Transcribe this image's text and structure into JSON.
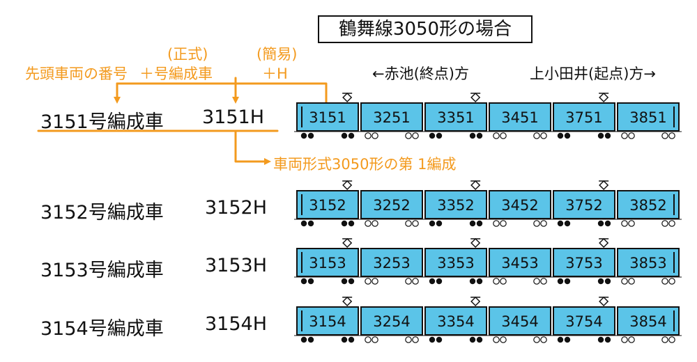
{
  "title": "鶴舞線3050形の場合",
  "annotations": {
    "formal": "(正式)",
    "simple": "(簡易)",
    "lead_number": "先頭車両の番号",
    "plus_formation": "＋号編成車",
    "plus_h": "＋H",
    "car_type": "車両形式3050形の第 1編成"
  },
  "directions": {
    "left": "←赤池(終点)方",
    "right": "上小田井(起点)方→"
  },
  "colors": {
    "accent": "#f39a1e",
    "car_fill": "#5bc4e8",
    "line": "#111111"
  },
  "formations": [
    {
      "label": "3151号編成車",
      "code": "3151H",
      "cars": [
        "3151",
        "3251",
        "3351",
        "3451",
        "3751",
        "3851"
      ]
    },
    {
      "label": "3152号編成車",
      "code": "3152H",
      "cars": [
        "3152",
        "3252",
        "3352",
        "3452",
        "3752",
        "3852"
      ]
    },
    {
      "label": "3153号編成車",
      "code": "3153H",
      "cars": [
        "3153",
        "3253",
        "3353",
        "3453",
        "3753",
        "3853"
      ]
    },
    {
      "label": "3154号編成車",
      "code": "3154H",
      "cars": [
        "3154",
        "3254",
        "3354",
        "3454",
        "3754",
        "3854"
      ]
    }
  ]
}
